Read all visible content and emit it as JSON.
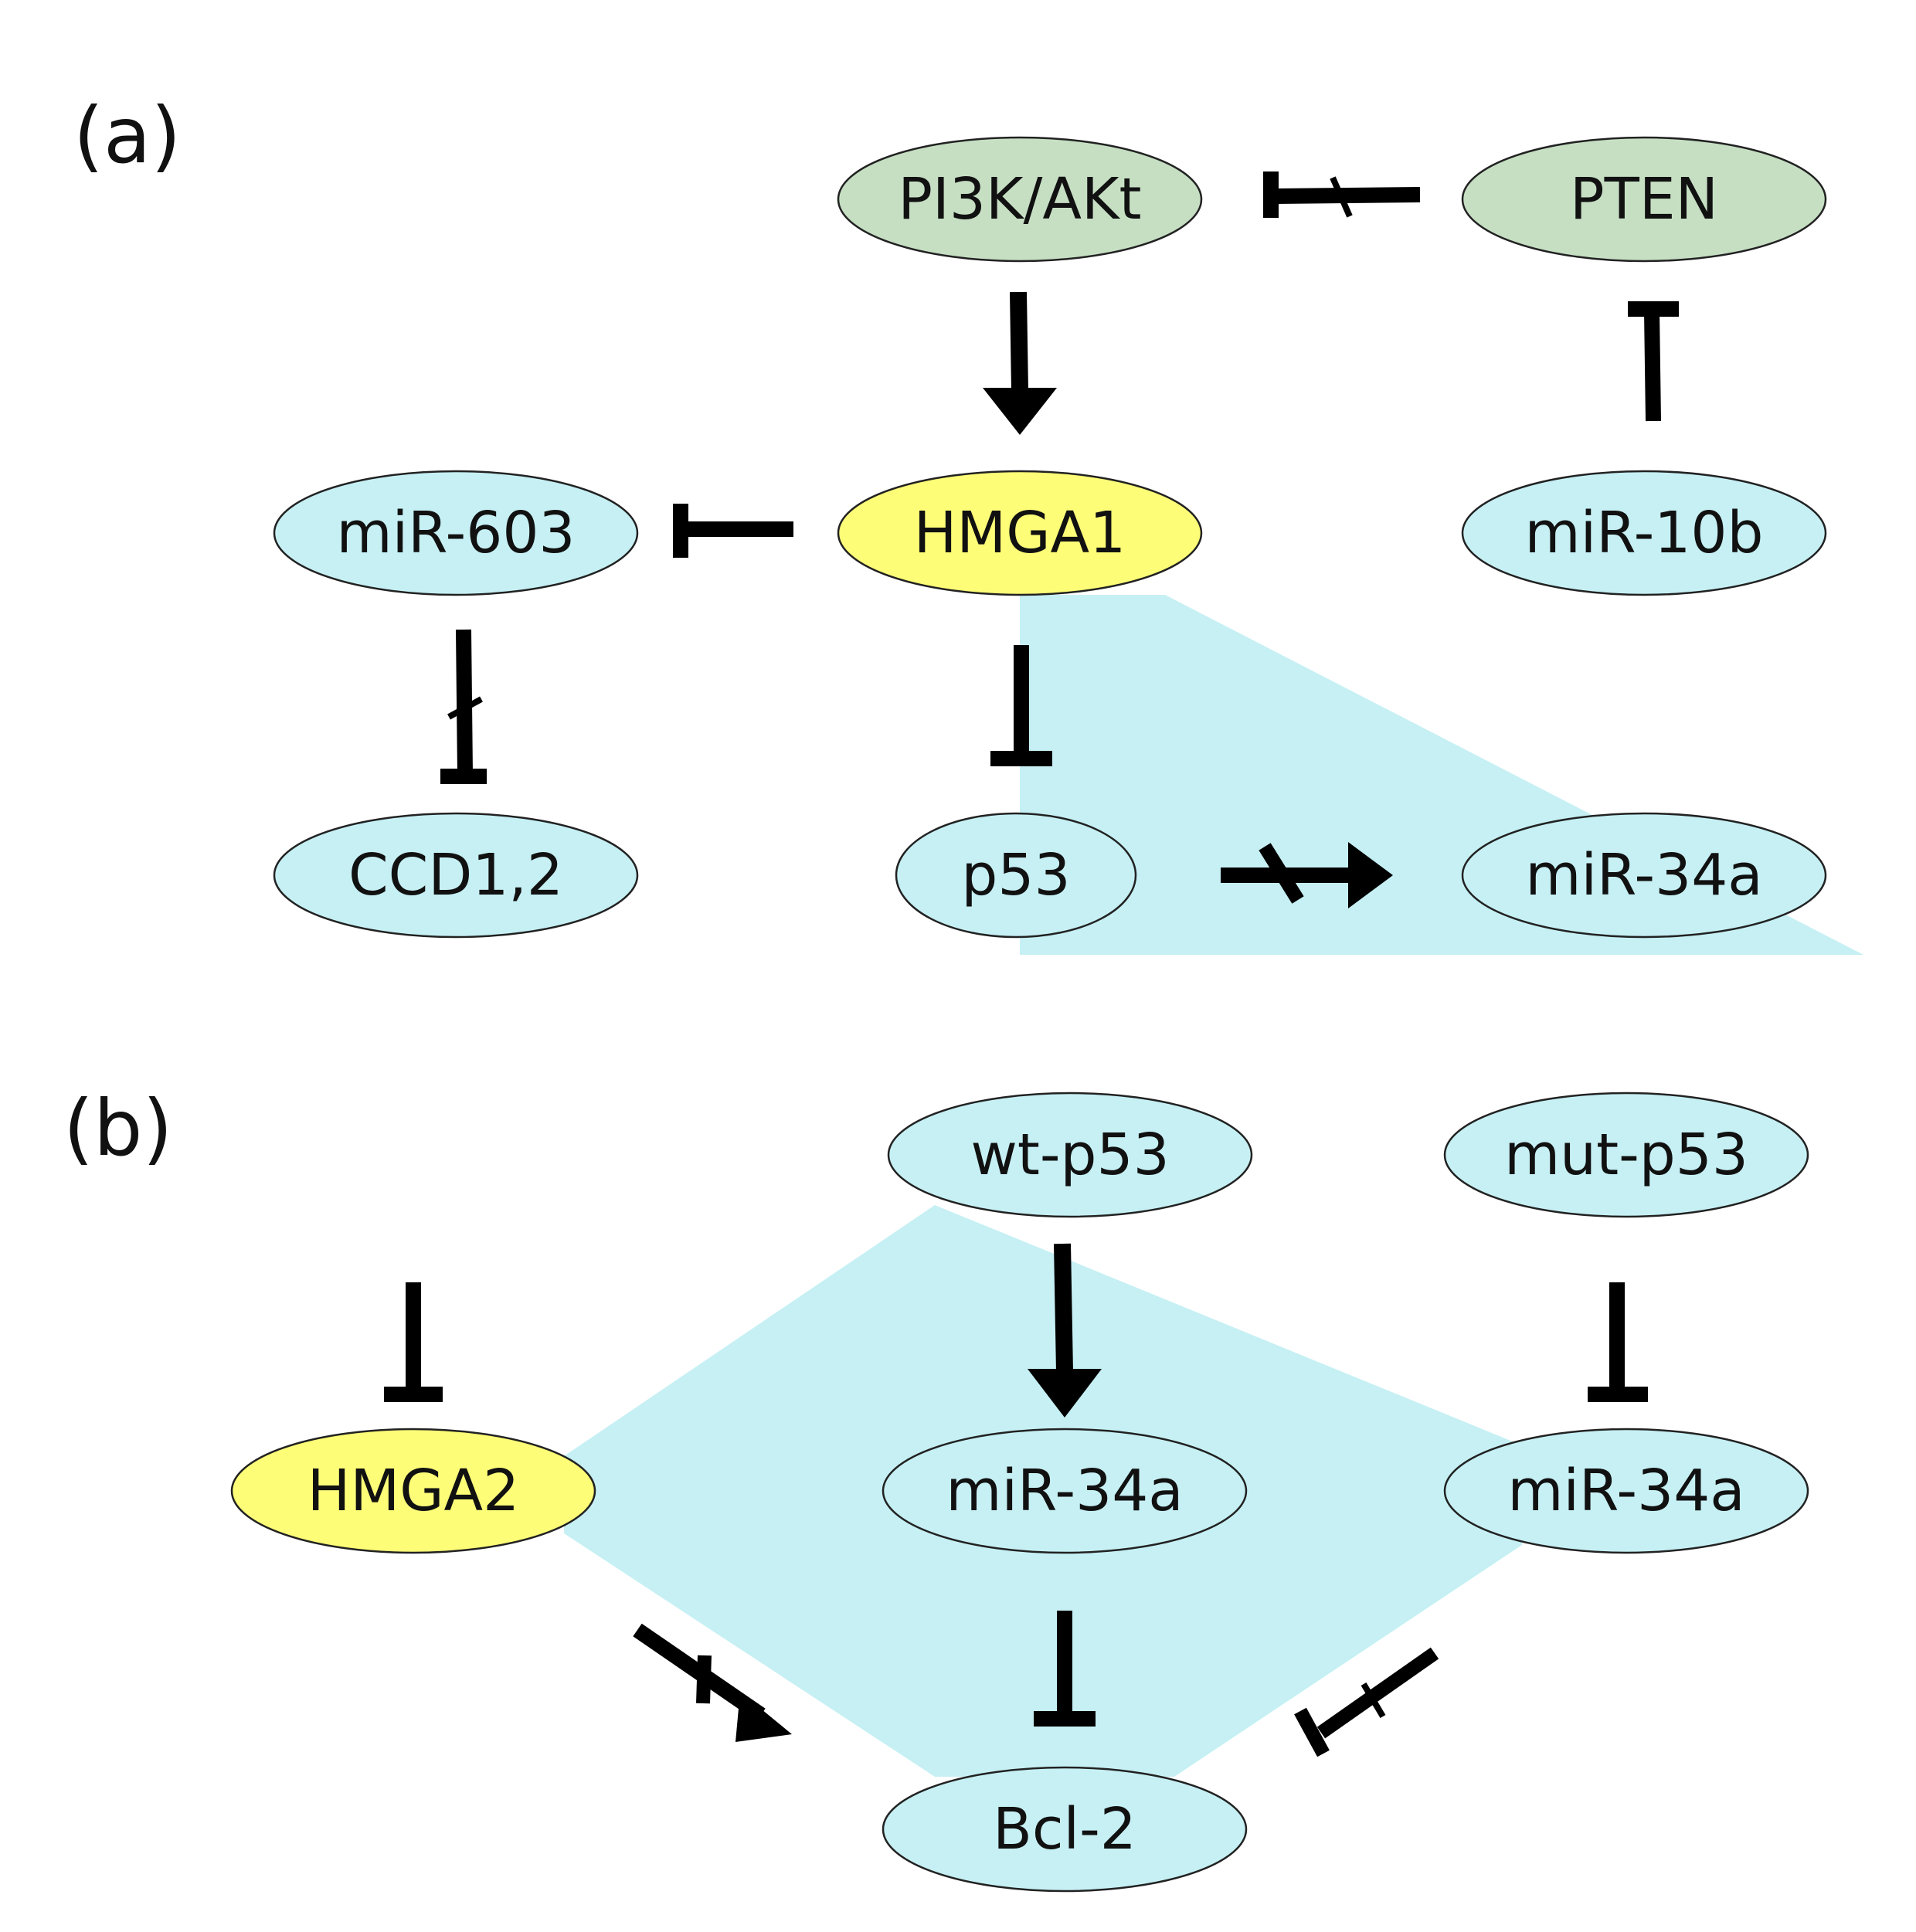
{
  "colors": {
    "green_node": "#c6dfc3",
    "yellow_node": "#fdfd78",
    "blue_node": "#c6f0f4",
    "shade": "#c6f0f4",
    "edge": "#000000"
  },
  "panel_a": {
    "label": "(a)",
    "nodes": {
      "pi3k": "PI3K/AKt",
      "pten": "PTEN",
      "hmga1": "HMGA1",
      "mir603": "miR-603",
      "mir10b": "miR-10b",
      "ccd": "CCD1,2",
      "p53": "p53",
      "mir34a": "miR-34a"
    }
  },
  "panel_b": {
    "label": "(b)",
    "nodes": {
      "wtp53": "wt-p53",
      "mutp53": "mut-p53",
      "hmga2": "HMGA2",
      "mir34a_center": "miR-34a",
      "mir34a_right": "miR-34a",
      "bcl2": "Bcl-2"
    }
  }
}
